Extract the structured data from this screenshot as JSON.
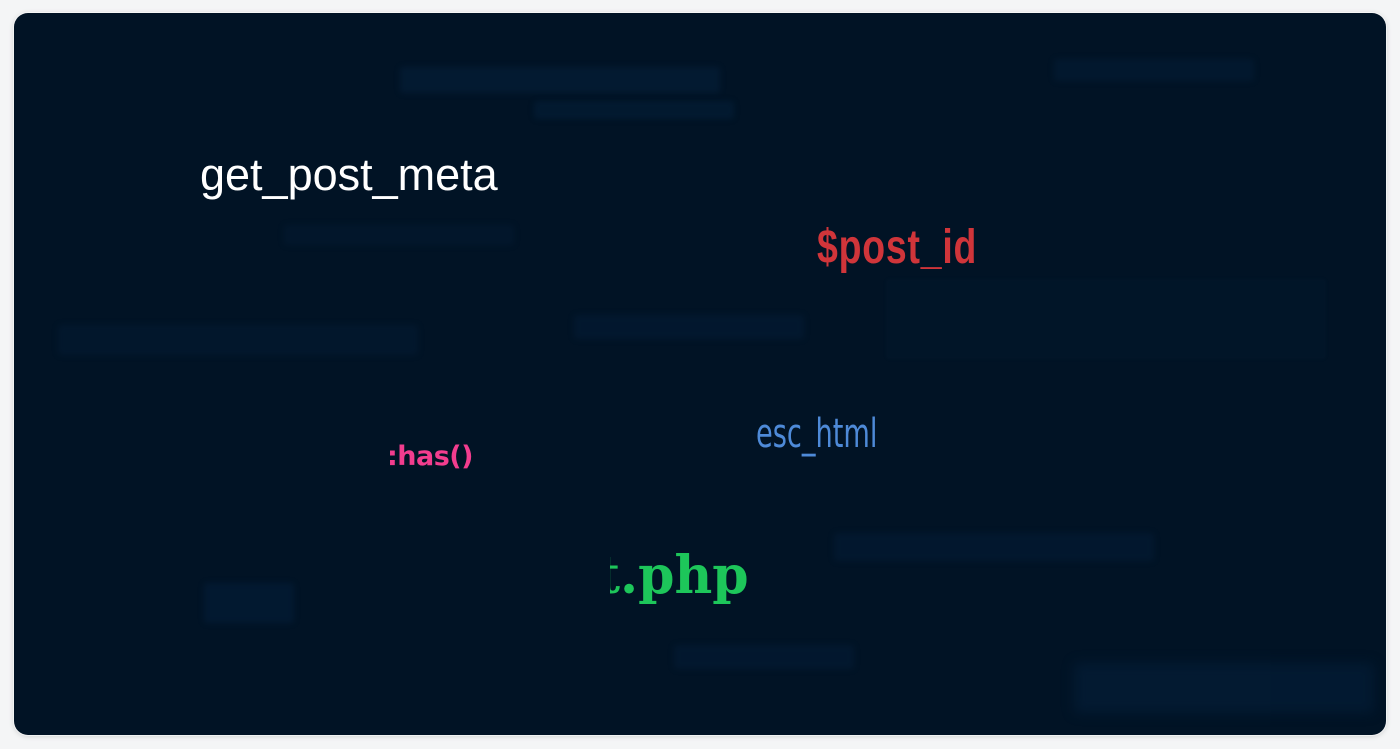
{
  "banner": {
    "background_color": "#011325",
    "page_background_color": "#f4f5f6",
    "tokens": [
      {
        "id": "get_post_meta",
        "text": "get_post_meta",
        "color": "#ffffff"
      },
      {
        "id": "post_id",
        "text": "$post_id",
        "color": "#d0353a"
      },
      {
        "id": "has",
        "text": ":has()",
        "color": "#f23d8e"
      },
      {
        "id": "esc_html",
        "text": "esc_html",
        "color": "#4e8ad8"
      },
      {
        "id": "php",
        "clipped_prefix": "t",
        "text": ".php",
        "color": "#1dc65a"
      }
    ]
  }
}
